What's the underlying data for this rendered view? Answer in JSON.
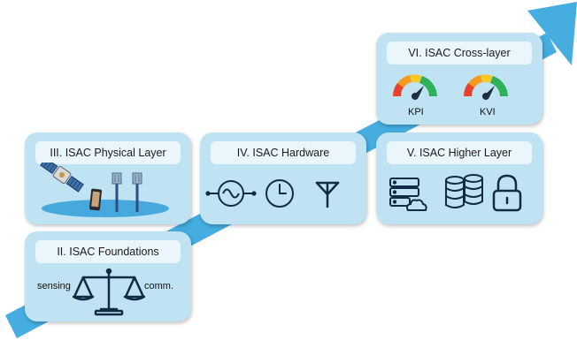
{
  "boxes": {
    "foundations": {
      "title": "II. ISAC Foundations",
      "left_label": "sensing",
      "right_label": "comm."
    },
    "physical": {
      "title": "III. ISAC Physical Layer"
    },
    "hardware": {
      "title": "IV. ISAC Hardware"
    },
    "higher": {
      "title": "V. ISAC Higher Layer"
    },
    "crosslayer": {
      "title": "VI. ISAC Cross-layer",
      "gauge1_label": "KPI",
      "gauge2_label": "KVI"
    }
  },
  "colors": {
    "arrow": "#45ade0",
    "box": "#bfe3f3",
    "title_bg": "#eaf6fc",
    "icon": "#0e2c44"
  },
  "icons": [
    "scale-icon",
    "satellite-icon",
    "smartphone-icon",
    "base-station-icon",
    "oscillator-icon",
    "clock-icon",
    "antenna-icon",
    "server-cloud-icon",
    "database-icon",
    "lock-icon",
    "gauge-icon"
  ]
}
